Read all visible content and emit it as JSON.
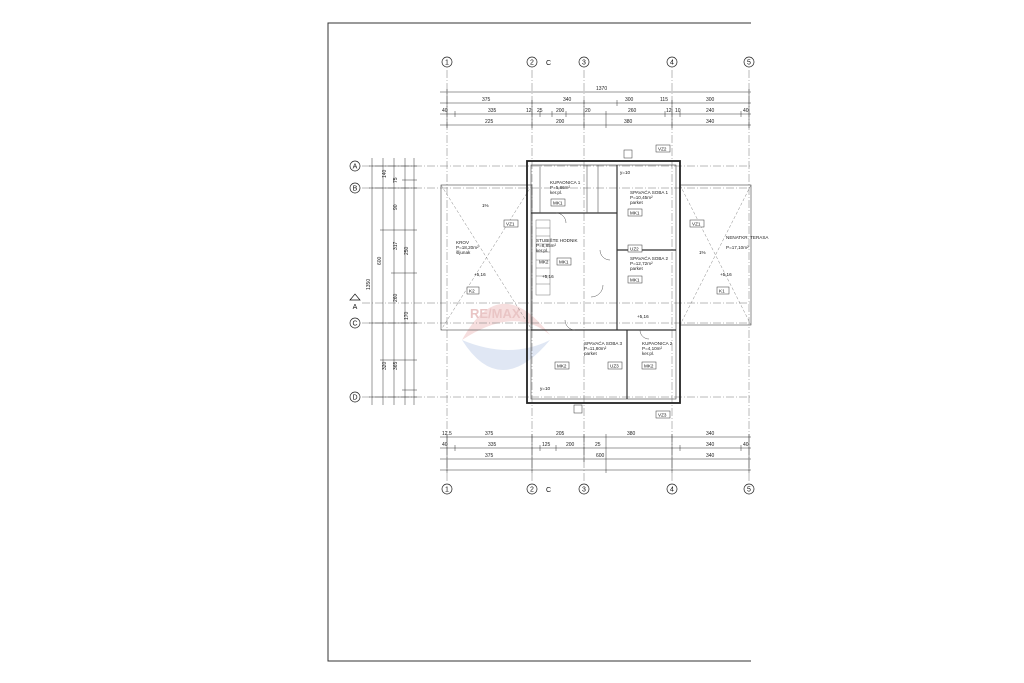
{
  "document": {
    "columns": [
      "1",
      "2",
      "3",
      "4",
      "5"
    ],
    "rows": [
      "A",
      "B",
      "C",
      "D"
    ],
    "section_marks": [
      "C",
      "A"
    ],
    "dims_top": {
      "overall": "1370",
      "row1": [
        "375",
        "340",
        "300",
        "115",
        "300"
      ],
      "row2": [
        "40",
        "335",
        "12",
        "25",
        "200",
        "20",
        "260",
        "12",
        "10",
        "240",
        "40"
      ],
      "row3": [
        "225",
        "200",
        "380",
        "340"
      ]
    },
    "dims_bottom": {
      "row1": [
        "12.5",
        "375",
        "205",
        "380",
        "340"
      ],
      "row2": [
        "40",
        "335",
        "125",
        "200",
        "25",
        "340",
        "40"
      ],
      "row3": [
        "375",
        "600",
        "340"
      ]
    },
    "dims_left": [
      "140",
      "75",
      "90",
      "317",
      "250",
      "260",
      "170",
      "365",
      "320",
      "1350",
      "600"
    ],
    "rooms": [
      {
        "name": "KUPAONICA 1",
        "area": "P=5,86m²",
        "floor": "ker.pl."
      },
      {
        "name": "SPAVAĆA SOBA 1",
        "area": "P=10,45m²",
        "floor": "parket"
      },
      {
        "name": "STUBIŠTE HODNIK",
        "area": "P=8,85m²",
        "floor": "ker.pl."
      },
      {
        "name": "SPAVAĆA SOBA 2",
        "area": "P=12,72m²",
        "floor": "parket"
      },
      {
        "name": "KROV",
        "area": "P=18,20m²",
        "floor": "šljunak"
      },
      {
        "name": "NENATKR. TERASA",
        "area": "P=17,10m²",
        "floor": ""
      },
      {
        "name": "SPAVAĆA SOBA 3",
        "area": "P=11,80m²",
        "floor": "parket"
      },
      {
        "name": "KUPAONICA 2",
        "area": "P=4,10m²",
        "floor": "ker.pl."
      }
    ],
    "tags": [
      "MK1",
      "MK1",
      "MK1",
      "MK1",
      "MK2",
      "MK2",
      "MK2",
      "K2",
      "K1",
      "VZ1",
      "VZ1",
      "VZ2",
      "VZ3",
      "UZ2",
      "UZ3",
      "1%",
      "1%"
    ],
    "levels": [
      "+5,16",
      "+5,16",
      "+5,16",
      "+5,16"
    ],
    "slope_labels": [
      "y=10",
      "y=10"
    ],
    "watermark": "RE/MAX"
  }
}
